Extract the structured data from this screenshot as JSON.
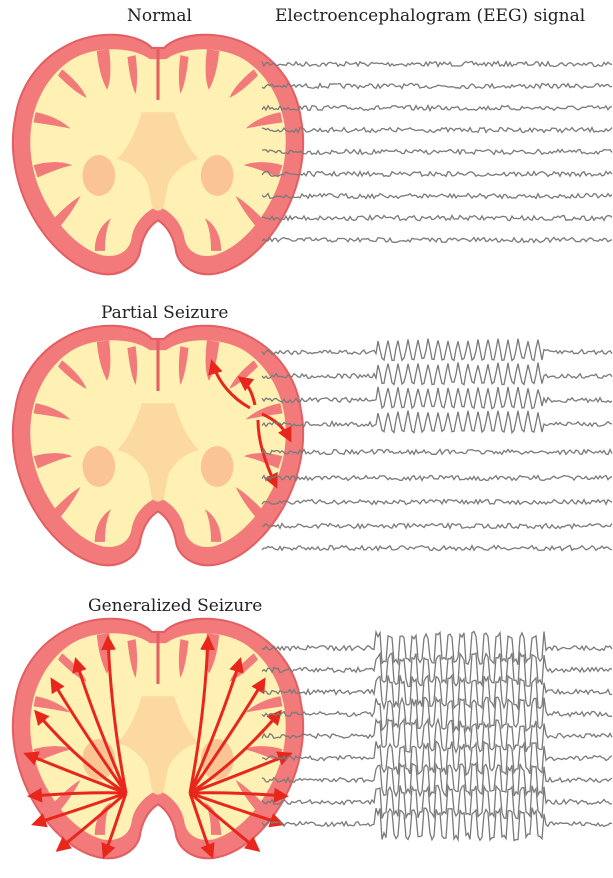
{
  "header": {
    "normal_label": "Normal",
    "eeg_label": "Electroencephalogram (EEG) signal"
  },
  "panels": [
    {
      "label": "Normal",
      "state": "normal",
      "eeg_channels": 9
    },
    {
      "label": "Partial Seizure",
      "state": "partial",
      "eeg_channels": 9
    },
    {
      "label": "Generalized Seizure",
      "state": "generalized",
      "eeg_channels": 9
    }
  ],
  "colors": {
    "cortex": "#f27a7a",
    "cortex_edge": "#e35f63",
    "white_matter": "#fff0b3",
    "core": "#fcd9a0",
    "arrow": "#e8261c",
    "eeg_trace": "#7a7a7a"
  }
}
